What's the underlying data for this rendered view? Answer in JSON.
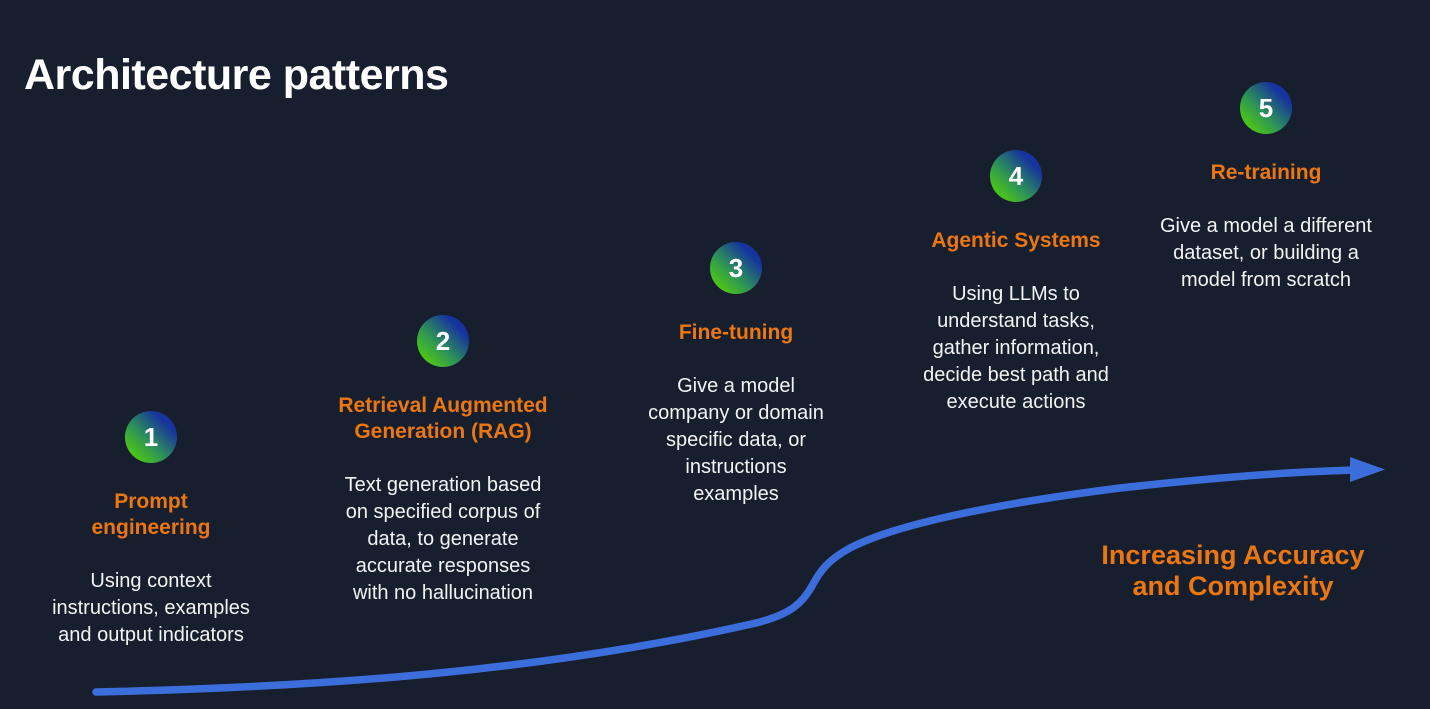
{
  "title": "Architecture patterns",
  "steps": [
    {
      "number": "1",
      "heading": "Prompt engineering",
      "description": "Using context instructions, examples and output indicators"
    },
    {
      "number": "2",
      "heading": "Retrieval Augmented Generation (RAG)",
      "description": "Text generation based on specified corpus of data, to generate accurate responses with no hallucination"
    },
    {
      "number": "3",
      "heading": "Fine-tuning",
      "description": "Give a model company or domain specific data, or instructions examples"
    },
    {
      "number": "4",
      "heading": "Agentic Systems",
      "description": "Using LLMs to understand tasks, gather information, decide best path and execute actions"
    },
    {
      "number": "5",
      "heading": "Re-training",
      "description": "Give a model a different dataset, or building a model from scratch"
    }
  ],
  "axis_annotation": "Increasing Accuracy and Complexity",
  "colors": {
    "background": "#171f2e",
    "heading_orange": "#ec7711",
    "body_text": "#f2f3f3",
    "arrow_blue": "#3c6edb",
    "badge_gradient_green": "#52d00c",
    "badge_gradient_blue": "#16339f",
    "title_white": "#ffffff"
  }
}
